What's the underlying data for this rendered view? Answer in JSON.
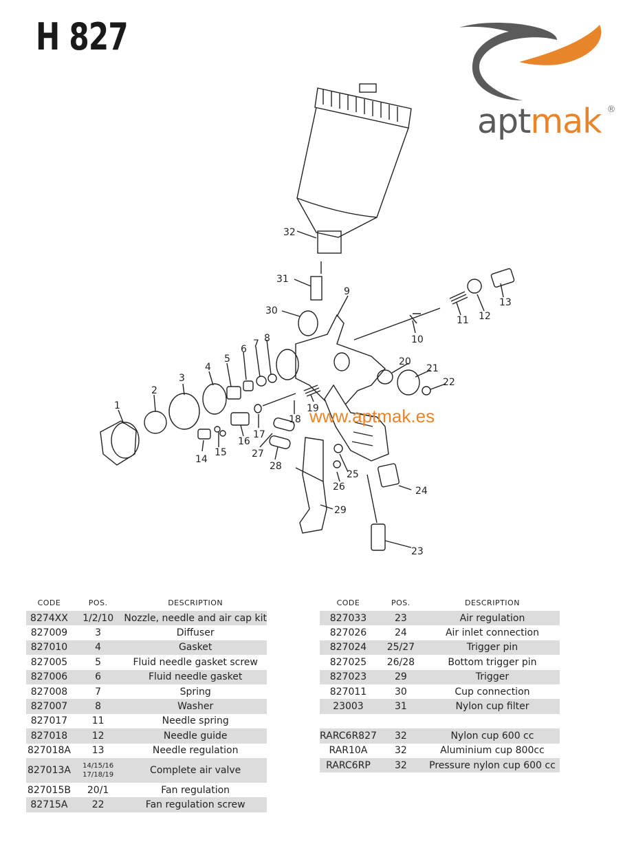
{
  "header": {
    "title": "H 827"
  },
  "brand": {
    "pre": "apt",
    "accent": "mak",
    "reg": "®",
    "colors": {
      "orange": "#e8842a",
      "grey": "#5a5a5a"
    }
  },
  "watermark": "www.aptmak.es",
  "callouts": [
    "1",
    "2",
    "3",
    "4",
    "5",
    "6",
    "7",
    "8",
    "9",
    "10",
    "11",
    "12",
    "13",
    "14",
    "15",
    "16",
    "17",
    "18",
    "19",
    "20",
    "21",
    "22",
    "23",
    "24",
    "25",
    "26",
    "27",
    "28",
    "29",
    "30",
    "31",
    "32"
  ],
  "table_headers": {
    "code": "CODE",
    "pos": "POS.",
    "desc": "DESCRIPTION"
  },
  "table_left": [
    {
      "code": "8274XX",
      "pos": "1/2/10",
      "desc": "Nozzle, needle and air cap kit"
    },
    {
      "code": "827009",
      "pos": "3",
      "desc": "Diffuser"
    },
    {
      "code": "827010",
      "pos": "4",
      "desc": "Gasket"
    },
    {
      "code": "827005",
      "pos": "5",
      "desc": "Fluid needle gasket screw"
    },
    {
      "code": "827006",
      "pos": "6",
      "desc": "Fluid needle gasket"
    },
    {
      "code": "827008",
      "pos": "7",
      "desc": "Spring"
    },
    {
      "code": "827007",
      "pos": "8",
      "desc": "Washer"
    },
    {
      "code": "827017",
      "pos": "11",
      "desc": "Needle spring"
    },
    {
      "code": "827018",
      "pos": "12",
      "desc": "Needle guide"
    },
    {
      "code": "827018A",
      "pos": "13",
      "desc": "Needle regulation"
    },
    {
      "code": "827013A",
      "pos_line1": "14/15/16",
      "pos_line2": "17/18/19",
      "desc": "Complete air valve"
    },
    {
      "code": "827015B",
      "pos": "20/1",
      "desc": "Fan regulation"
    },
    {
      "code": "82715A",
      "pos": "22",
      "desc": "Fan regulation screw"
    }
  ],
  "table_right": [
    {
      "code": "827033",
      "pos": "23",
      "desc": "Air regulation"
    },
    {
      "code": "827026",
      "pos": "24",
      "desc": "Air inlet connection"
    },
    {
      "code": "827024",
      "pos": "25/27",
      "desc": "Trigger pin"
    },
    {
      "code": "827025",
      "pos": "26/28",
      "desc": "Bottom trigger pin"
    },
    {
      "code": "827023",
      "pos": "29",
      "desc": "Trigger"
    },
    {
      "code": "827011",
      "pos": "30",
      "desc": "Cup connection"
    },
    {
      "code": "23003",
      "pos": "31",
      "desc": "Nylon cup filter"
    },
    {
      "code": "RARC6R827",
      "pos": "32",
      "desc": "Nylon cup 600 cc"
    },
    {
      "code": "RAR10A",
      "pos": "32",
      "desc": "Aluminium cup 800cc"
    },
    {
      "code": "RARC6RP",
      "pos": "32",
      "desc": "Pressure nylon cup 600 cc"
    }
  ]
}
